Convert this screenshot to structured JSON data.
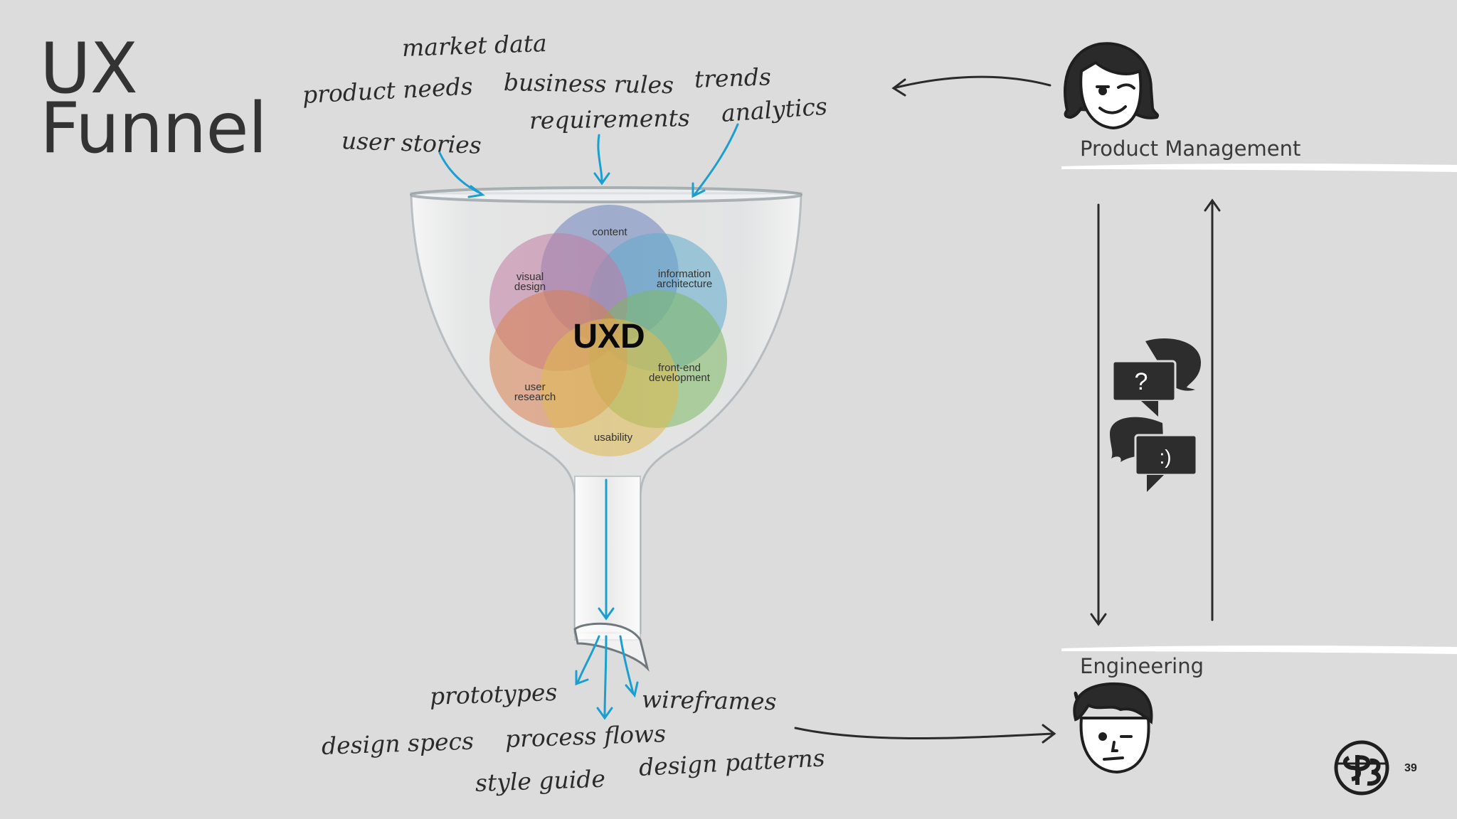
{
  "title": {
    "line1": "UX",
    "line2": "Funnel"
  },
  "inputs": [
    {
      "text": "market data"
    },
    {
      "text": "business rules"
    },
    {
      "text": "trends"
    },
    {
      "text": "product needs"
    },
    {
      "text": "requirements"
    },
    {
      "text": "analytics"
    },
    {
      "text": "user stories"
    }
  ],
  "venn": {
    "center": "UXD",
    "circles": [
      {
        "label": "content",
        "color": "#7a92d6"
      },
      {
        "label": "information architecture",
        "color": "#6cc0e6"
      },
      {
        "label": "visual design",
        "color": "#d98bb4"
      },
      {
        "label": "front-end development",
        "color": "#8ccf6d"
      },
      {
        "label": "user research",
        "color": "#f4905a"
      },
      {
        "label": "usability",
        "color": "#fbd25a"
      }
    ]
  },
  "outputs": [
    {
      "text": "prototypes"
    },
    {
      "text": "wireframes"
    },
    {
      "text": "design specs"
    },
    {
      "text": "process flows"
    },
    {
      "text": "design patterns"
    },
    {
      "text": "style guide"
    }
  ],
  "roles": {
    "product": "Product Management",
    "engineering": "Engineering"
  },
  "bubbles": {
    "question": "?",
    "smile": ":)"
  },
  "page_number": "39",
  "accent_color": "#1a9fd0"
}
